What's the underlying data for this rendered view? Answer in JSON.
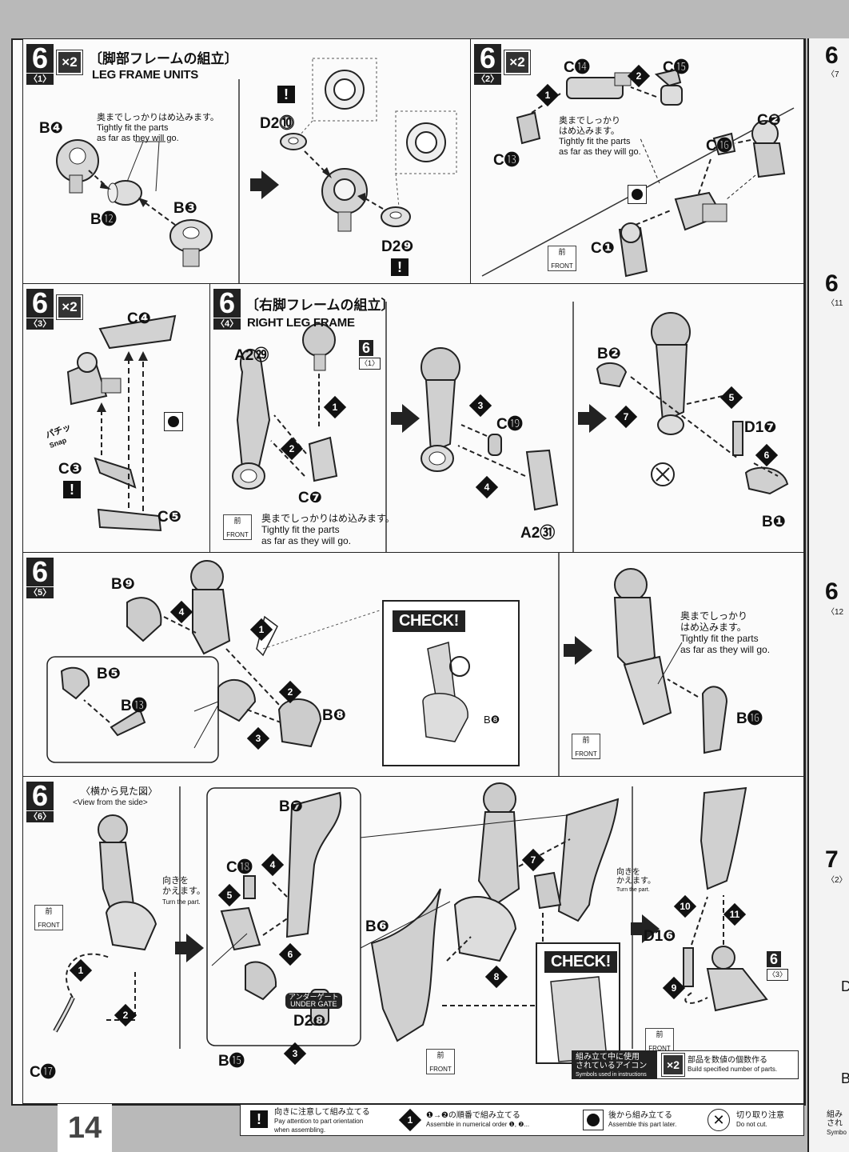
{
  "page_number": "14",
  "common": {
    "step": "6",
    "x2": "×2",
    "front_jp": "前",
    "front_en": "FRONT",
    "fit_jp": "奥までしっかりはめ込みます。",
    "fit_en_1": "Tightly fit the parts",
    "fit_en_2": "as far as they will go.",
    "fit_jp_1": "奥までしっかり",
    "fit_jp_2": "はめ込みます。",
    "check": "CHECK!",
    "turn_jp_1": "向きを",
    "turn_jp_2": "かえます。",
    "turn_en": "Turn the part."
  },
  "panel1": {
    "sub": "〈1〉",
    "title_jp": "〔脚部フレームの組立〕",
    "title_en": "LEG FRAME UNITS",
    "parts": [
      "B❹",
      "B⓬",
      "B❸",
      "D2⓾",
      "D2❾"
    ]
  },
  "panel2": {
    "sub": "〈2〉",
    "parts": [
      "C⓮",
      "C⓯",
      "C⓭",
      "C❷",
      "C⓰",
      "C❶"
    ],
    "nums": [
      "1",
      "2"
    ]
  },
  "panel3": {
    "sub": "〈3〉",
    "parts": [
      "C❹",
      "C❸",
      "C❺"
    ],
    "snap_jp": "パチッ",
    "snap_en": "Snap"
  },
  "panel4": {
    "sub": "〈4〉",
    "title_jp": "〔右脚フレームの組立〕",
    "title_en": "RIGHT LEG FRAME",
    "parts": [
      "A2㉙",
      "C❼",
      "C⓳",
      "A2㉛",
      "B❷",
      "D1❼",
      "B❶"
    ],
    "ref": "6",
    "ref_sub": "〈1〉",
    "nums": [
      "1",
      "2",
      "3",
      "4",
      "5",
      "6",
      "7"
    ]
  },
  "panel5": {
    "sub": "〈5〉",
    "parts": [
      "B❾",
      "B❺",
      "B⓭",
      "B❽",
      "B⓰"
    ],
    "check_part": "B❽",
    "nums": [
      "1",
      "2",
      "3",
      "4"
    ]
  },
  "panel6": {
    "sub": "〈6〉",
    "side_jp": "〈横から見た図〉",
    "side_en": "<View from the side>",
    "parts": [
      "C⓱",
      "C⓲",
      "B❼",
      "B⓯",
      "D2❽",
      "B❻",
      "D1❻"
    ],
    "under_gate_jp": "アンダーゲート",
    "under_gate_en": "UNDER GATE",
    "ref": "6",
    "ref_sub": "〈3〉",
    "nums": [
      "1",
      "2",
      "3",
      "4",
      "5",
      "6",
      "7",
      "8",
      "9",
      "10",
      "11"
    ]
  },
  "legend": {
    "icons_jp_1": "組み立て中に使用",
    "icons_jp_2": "されているアイコン",
    "icons_en": "Symbols used in instructions",
    "x2_jp": "部品を数値の個数作る",
    "x2_en": "Build specified number of parts.",
    "caution_jp": "向きに注意して組み立てる",
    "caution_en_1": "Pay attention to part orientation",
    "caution_en_2": "when assembling.",
    "order_jp": "❶→❷の順番で組み立てる",
    "order_en": "Assemble in numerical order ❶, ❷...",
    "later_jp": "後から組み立てる",
    "later_en": "Assemble this part later.",
    "nocut_jp": "切り取り注意",
    "nocut_en": "Do not cut."
  },
  "right_strip": {
    "labels": [
      "6",
      "〈7",
      "6",
      "〈11",
      "6",
      "〈12",
      "7",
      "〈2〉",
      "D",
      "B"
    ],
    "footer_jp_1": "組み",
    "footer_jp_2": "され",
    "footer_en": "Symbo"
  }
}
